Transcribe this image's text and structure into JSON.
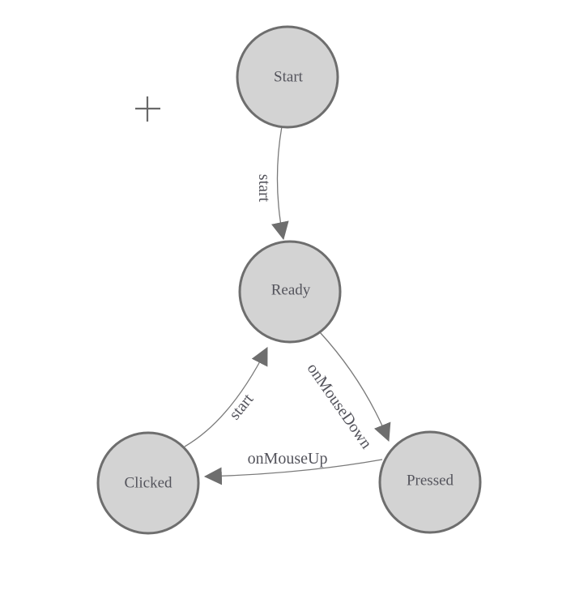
{
  "diagram": {
    "type": "state-machine",
    "colors": {
      "background": "#ffffff",
      "node_fill": "#d3d3d3",
      "node_stroke": "#6e6e6e",
      "edge_line": "#7a7a7a",
      "arrowhead": "#6e6e6e",
      "label_text": "#54545c"
    },
    "nodes": [
      {
        "id": "start",
        "label": "Start"
      },
      {
        "id": "ready",
        "label": "Ready"
      },
      {
        "id": "clicked",
        "label": "Clicked"
      },
      {
        "id": "pressed",
        "label": "Pressed"
      }
    ],
    "edges": [
      {
        "from": "Start",
        "to": "Ready",
        "label": "start"
      },
      {
        "from": "Ready",
        "to": "Pressed",
        "label": "onMouseDown"
      },
      {
        "from": "Pressed",
        "to": "Clicked",
        "label": "onMouseUp"
      },
      {
        "from": "Clicked",
        "to": "Ready",
        "label": "start"
      }
    ],
    "icons": {
      "crosshair": "plus-crosshair"
    }
  }
}
